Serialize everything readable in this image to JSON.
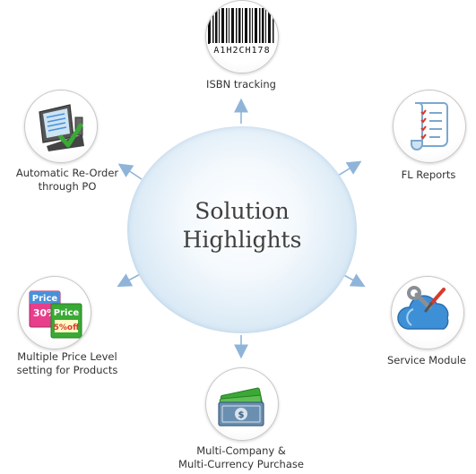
{
  "diagram": {
    "center_title_line1": "Solution",
    "center_title_line2": "Highlights",
    "barcode_text": "A1H2CH178",
    "nodes": [
      {
        "id": "isbn",
        "label_line1": "ISBN tracking",
        "label_line2": ""
      },
      {
        "id": "fl-reports",
        "label_line1": "FL Reports",
        "label_line2": ""
      },
      {
        "id": "service",
        "label_line1": "Service Module",
        "label_line2": ""
      },
      {
        "id": "multi-company",
        "label_line1": "Multi-Company &",
        "label_line2": "Multi-Currency Purchase"
      },
      {
        "id": "price-level",
        "label_line1": "Multiple Price Level",
        "label_line2": "setting for Products"
      },
      {
        "id": "reorder",
        "label_line1": "Automatic Re-Order",
        "label_line2": "through PO"
      }
    ],
    "price_tags": {
      "tag1_word": "Price",
      "tag1_value": "30%",
      "tag2_word": "Price",
      "tag2_value": "5%off"
    },
    "colors": {
      "arrow": "#8fb4d8",
      "center_edge": "#b9d4ea",
      "accent_green": "#3aa935",
      "accent_red": "#d83a2c"
    },
    "icons": [
      "barcode-icon",
      "report-list-icon",
      "cloud-tools-icon",
      "money-stack-icon",
      "price-tag-icon",
      "pos-terminal-icon"
    ]
  }
}
